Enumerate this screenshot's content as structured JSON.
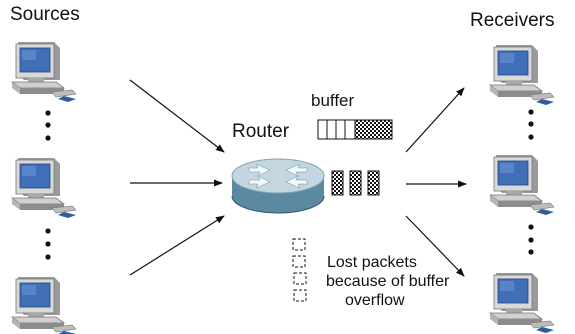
{
  "labels": {
    "sources": "Sources",
    "receivers": "Receivers",
    "router": "Router",
    "buffer": "buffer",
    "lost_line1": "Lost packets",
    "lost_line2": "because of buffer",
    "lost_line3": "overflow"
  },
  "icons": {
    "computer": "desktop-computer-icon",
    "router": "router-icon",
    "packet": "packet-icon",
    "lost_packet": "dropped-packet-icon"
  },
  "colors": {
    "screen": "#3f6fb7",
    "computer_body": "#c8c8c8",
    "router_top": "#c4d7e0",
    "router_side": "#5b8aa0",
    "packet_fill": "#1a1a1a",
    "arrow": "#111111"
  }
}
